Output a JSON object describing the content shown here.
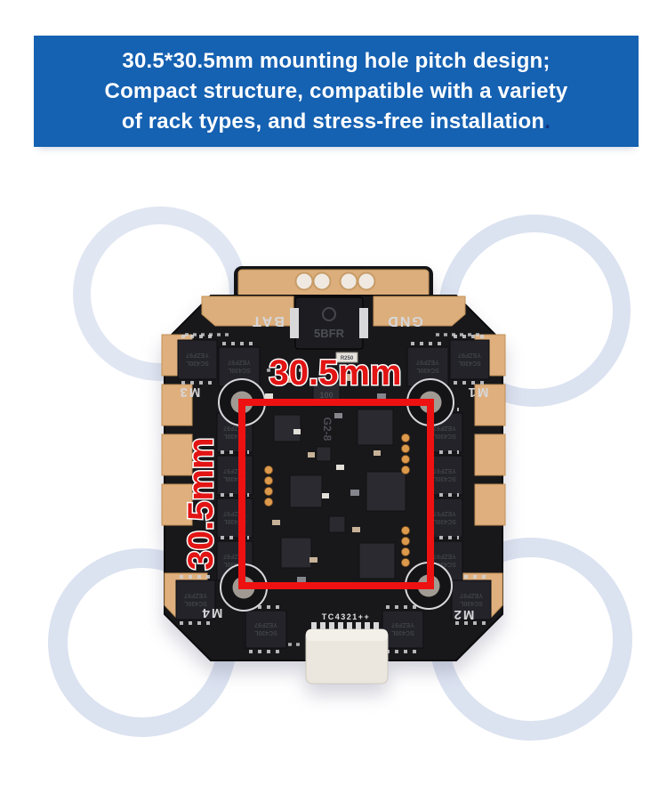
{
  "banner": {
    "line1": "30.5*30.5mm mounting hole pitch design;",
    "line2": "Compact structure, compatible with a variety",
    "line3": "of rack types, and stress-free installation",
    "line3_period": "."
  },
  "annotations": {
    "width_label": "30.5mm",
    "height_label": "30.5mm",
    "accent_color": "#ee1111"
  },
  "board": {
    "labels": {
      "bat": "BAT",
      "gnd": "GND",
      "m1": "M1",
      "m2": "M2",
      "m3": "M3",
      "m4": "M4"
    },
    "diode_marking": "5BFR",
    "center_marking": "G2-8",
    "inductor_marking": "100",
    "resistor_marking": "R250",
    "connector_marking": "TC4321++",
    "mosfet_marking_line1": "SC430L",
    "mosfet_marking_line2": "YEZF97"
  }
}
